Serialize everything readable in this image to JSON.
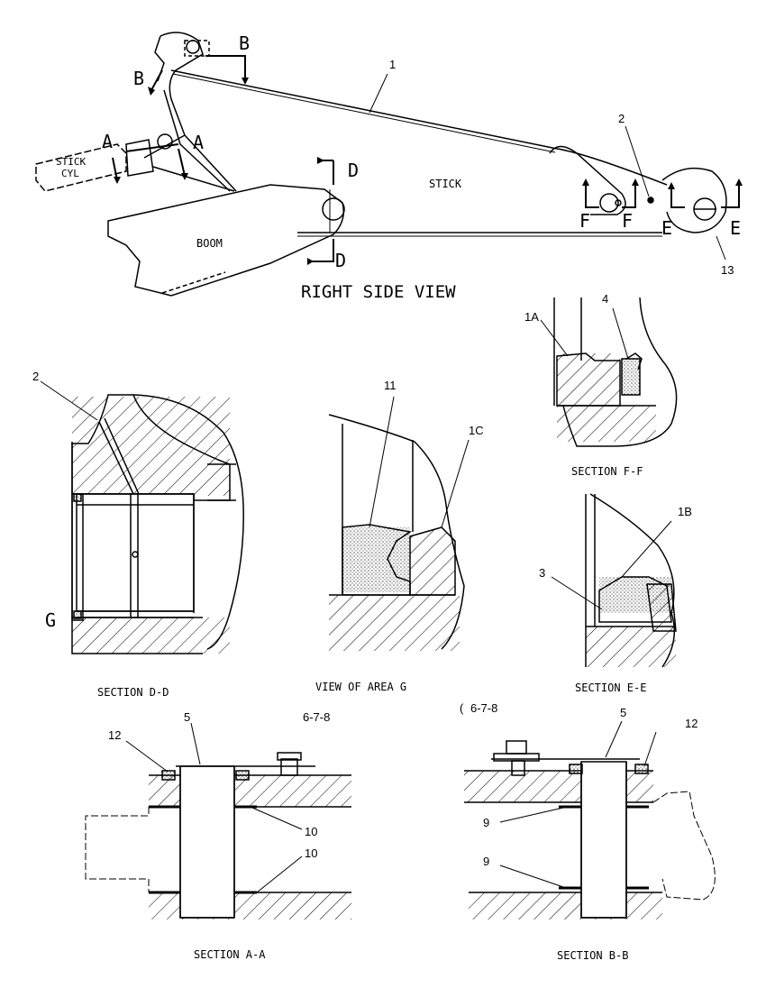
{
  "title": "RIGHT SIDE VIEW",
  "labels": {
    "stick": "STICK",
    "boom": "BOOM",
    "stick_cyl_1": "STICK",
    "stick_cyl_2": "CYL"
  },
  "section_markers": {
    "a": "A",
    "b": "B",
    "d": "D",
    "e": "E",
    "f": "F",
    "g": "G"
  },
  "callouts": {
    "c1": "1",
    "c2": "2",
    "c13": "13",
    "c1a": "1A",
    "c4": "4",
    "c2b": "2",
    "c11": "11",
    "c1c": "1C",
    "c1b": "1B",
    "c3": "3",
    "c5a": "5",
    "c678a": "6-7-8",
    "c12a": "12",
    "c10a": "10",
    "c10b": "10",
    "c678b": "6-7-8",
    "c678b_prefix": "(",
    "c5b": "5",
    "c12b": "12",
    "c9a": "9",
    "c9b": "9"
  },
  "captions": {
    "dd": "SECTION D-D",
    "g": "VIEW OF AREA G",
    "ff": "SECTION F-F",
    "ee": "SECTION E-E",
    "aa": "SECTION A-A",
    "bb": "SECTION B-B"
  }
}
